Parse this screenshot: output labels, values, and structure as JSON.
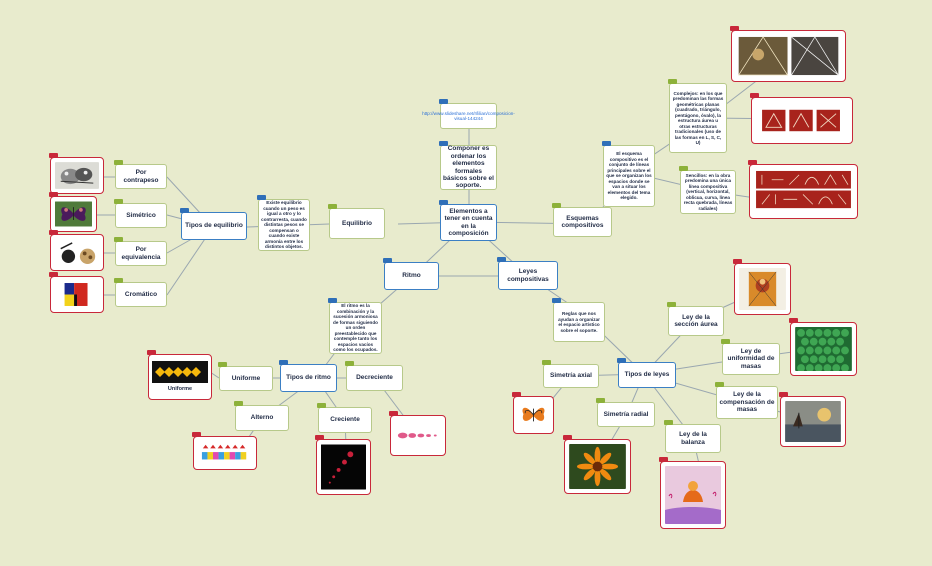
{
  "nodes": {
    "central": "Elementos a tener en cuenta en la composición",
    "componer": "Componer es ordenar los elementos formales básicos sobre el soporte.",
    "url": "http://www.slideshare.net/r/lilian/composicion-visual-144244",
    "equilibrio": "Equilibrio",
    "ritmo": "Ritmo",
    "leyes": "Leyes compositivas",
    "esquemas": "Esquemas compositivos",
    "tipos_equilibrio": "Tipos de equilibrio",
    "equilibrio_def": "Existe equilibrio cuando un peso es igual a otro y lo contrarresta, cuando distintas pesos se compensan o cuando existe armonía entre los distintos objetos.",
    "por_contrapeso": "Por contrapeso",
    "simetrico": "Simétrico",
    "por_equivalencia": "Por equivalencia",
    "cromatico": "Cromático",
    "ritmo_def": "El ritmo es la combinación y la sucesión armoniosa de formas siguiendo un orden preestablecido que contemple tanto los espacios vacíos como los ocupados.",
    "tipos_ritmo": "Tipos de ritmo",
    "uniforme": "Uniforme",
    "uniforme_caption": "Uniforme",
    "alterno": "Alterno",
    "creciente": "Creciente",
    "decreciente": "Decreciente",
    "leyes_def": "Reglas que nos ayudan a organizar el espacio artístico sobre el soporte.",
    "tipos_leyes": "Tipos de leyes",
    "simetria_axial": "Simetría axial",
    "simetria_radial": "Simetría radial",
    "ley_seccion_aurea": "Ley de la sección áurea",
    "ley_uniformidad": "Ley de uniformidad de masas",
    "ley_compensacion": "Ley de la compensación de masas",
    "ley_balanza": "Ley de la balanza",
    "esquema_def": "El esquema compositivo es el conjunto de líneas principales sobre el que se organizan los espacios donde se van a situar los elementos del tema elegido.",
    "complejos": "Complejos: en los que predominan las formas geométricas planas (cuadrado, triángulo, pentágono, óvalo), la estructura áurea u otras estructuras tradicionales (uso de las formas en L, S, C, U)",
    "sencillos": "Sencillos: en la obra predomina una única línea compositiva (vertical, horizontal, oblicua, curva, línea recta quebrada, líneas radiales)"
  },
  "colors": {
    "background": "#e8ebcd",
    "node_border": "#b7c98a",
    "central_border": "#3b7fc4",
    "image_border": "#c8283a",
    "connector": "#9aa7b0",
    "tag_green": "#8db13a",
    "tag_blue": "#2f6fb8",
    "tag_red": "#c8283a",
    "link_text": "#2a6fd6"
  }
}
